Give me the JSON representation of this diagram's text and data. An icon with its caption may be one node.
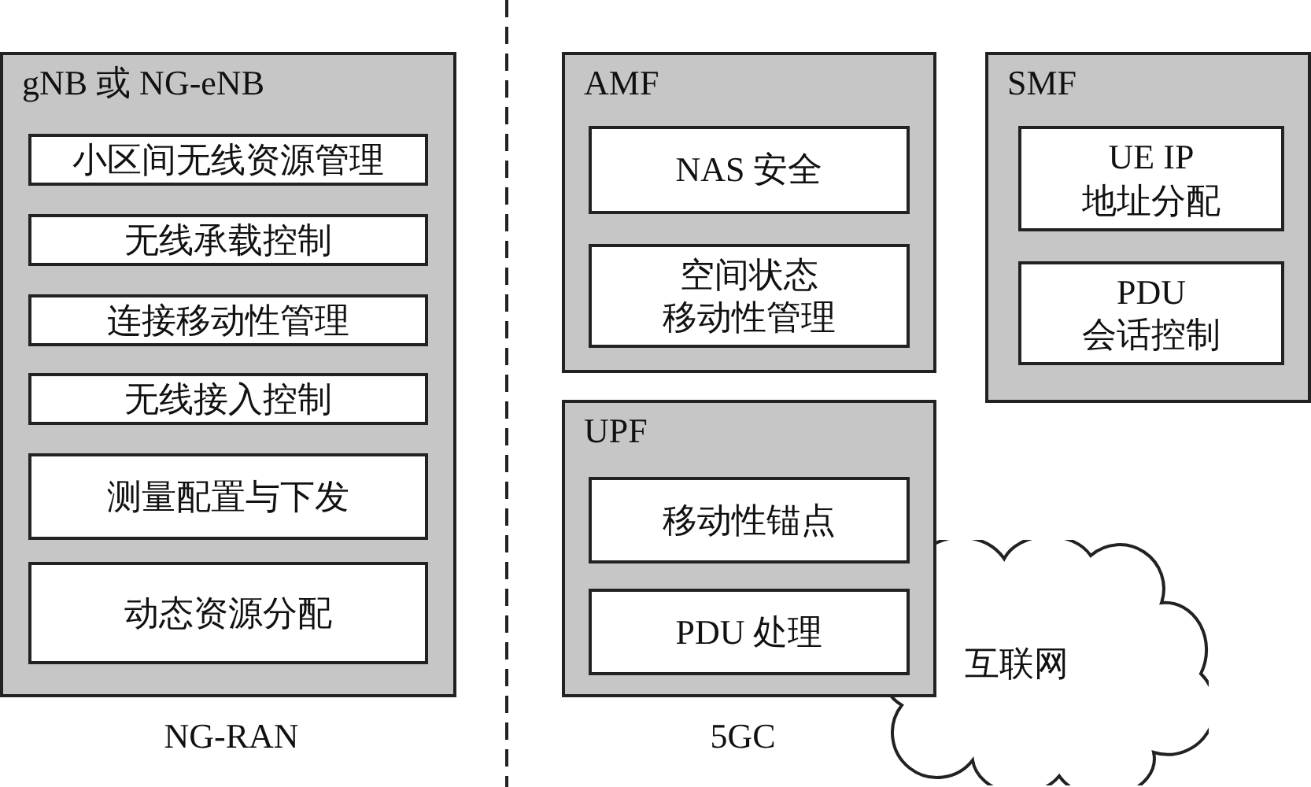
{
  "diagram": {
    "nodes": [
      {
        "text": [
          "gNB 或 NG-eNB"
        ]
      },
      {
        "text": [
          "小区间无线资源管理"
        ],
        "in": 0
      },
      {
        "text": [
          "无线承载控制"
        ],
        "in": 0
      },
      {
        "text": [
          "连接移动性管理"
        ],
        "in": 0
      },
      {
        "text": [
          "无线接入控制"
        ],
        "in": 0
      },
      {
        "text": [
          "测量配置与下发"
        ],
        "in": 0
      },
      {
        "text": [
          "动态资源分配"
        ],
        "in": 0
      },
      {
        "text": [
          "AMF"
        ]
      },
      {
        "text": [
          "NAS 安全"
        ],
        "in": 7
      },
      {
        "text": [
          "空间状态移动性管理"
        ],
        "in": 7
      },
      {
        "text": [
          "SMF"
        ]
      },
      {
        "text": [
          "UE IP 地址分配"
        ],
        "in": 10
      },
      {
        "text": [
          "PDU 会话控制"
        ],
        "in": 10
      },
      {
        "text": [
          "UPF"
        ]
      },
      {
        "text": [
          "移动性锚点"
        ],
        "in": 13
      },
      {
        "text": [
          "PDU 处理"
        ],
        "in": 13
      },
      {
        "text": [
          "互联网"
        ]
      }
    ],
    "labels": [
      "NG-RAN",
      "5GC"
    ]
  }
}
